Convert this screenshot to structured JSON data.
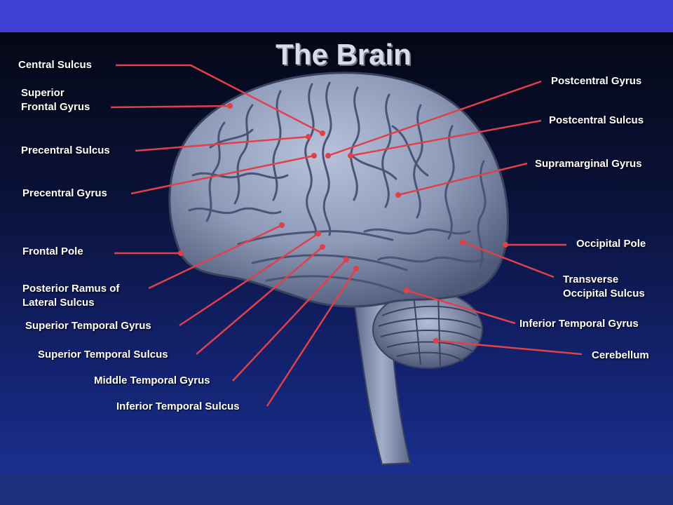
{
  "title": "The Brain",
  "colors": {
    "top_bar": "#3f3fd2",
    "bottom_bar": "#1d2f7a",
    "leader_line": "#e0404a",
    "brain": "#8e9ab8",
    "brain_shadow": "#4e5878"
  },
  "labels": {
    "central_sulcus": "Central Sulcus",
    "superior_frontal_gyrus_1": "Superior",
    "superior_frontal_gyrus_2": "Frontal Gyrus",
    "precentral_sulcus": "Precentral Sulcus",
    "precentral_gyrus": "Precentral Gyrus",
    "frontal_pole": "Frontal Pole",
    "posterior_ramus_1": "Posterior Ramus of",
    "posterior_ramus_2": "Lateral Sulcus",
    "superior_temporal_gyrus": "Superior Temporal Gyrus",
    "superior_temporal_sulcus": "Superior Temporal Sulcus",
    "middle_temporal_gyrus": "Middle Temporal Gyrus",
    "inferior_temporal_sulcus": "Inferior Temporal Sulcus",
    "postcentral_gyrus": "Postcentral Gyrus",
    "postcentral_sulcus": "Postcentral Sulcus",
    "supramarginal_gyrus": "Supramarginal Gyrus",
    "occipital_pole": "Occipital Pole",
    "transverse_occipital_sulcus_1": "Transverse",
    "transverse_occipital_sulcus_2": "Occipital Sulcus",
    "inferior_temporal_gyrus": "Inferior Temporal Gyrus",
    "cerebellum": "Cerebellum"
  }
}
